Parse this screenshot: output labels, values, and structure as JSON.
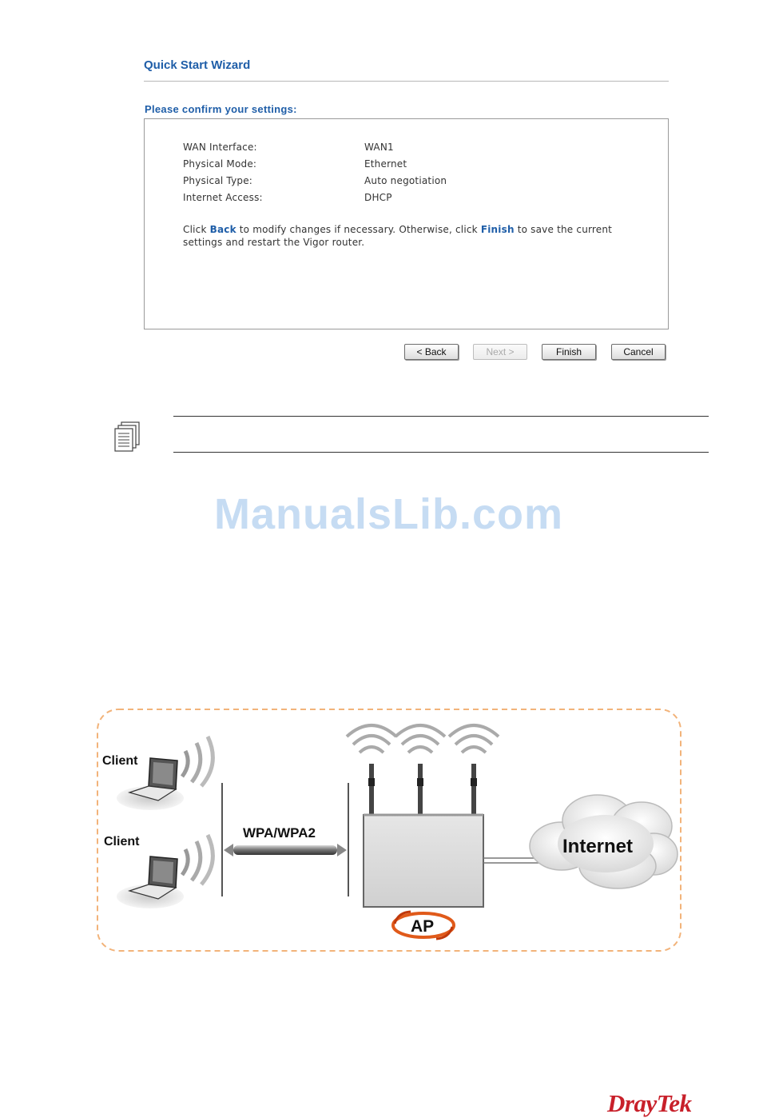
{
  "wizard": {
    "title": "Quick Start Wizard",
    "confirm_heading": "Please confirm your settings:",
    "settings": [
      {
        "label": "WAN Interface:",
        "value": "WAN1"
      },
      {
        "label": "Physical Mode:",
        "value": "Ethernet"
      },
      {
        "label": "Physical Type:",
        "value": "Auto negotiation"
      },
      {
        "label": "Internet Access:",
        "value": "DHCP"
      }
    ],
    "note": {
      "part1": "Click ",
      "back_word": "Back",
      "part2": "  to modify changes if necessary. Otherwise, click ",
      "finish_word": "Finish",
      "part3": "  to save the current settings and restart the Vigor router."
    },
    "buttons": {
      "back": "< Back",
      "next": "Next >",
      "finish": "Finish",
      "cancel": "Cancel"
    }
  },
  "watermark": "ManualsLib.com",
  "diagram": {
    "client_1": "Client",
    "client_2": "Client",
    "link_label": "WPA/WPA2",
    "cloud_label": "Internet",
    "ap_label": "AP"
  },
  "brand": "DrayTek",
  "colors": {
    "link_blue": "#1f5ea8",
    "dashed_border": "#f2b37a",
    "brand_red": "#c8202a"
  }
}
